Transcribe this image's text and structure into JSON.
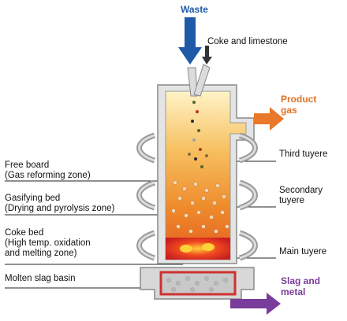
{
  "labels": {
    "waste": "Waste",
    "coke_limestone": "Coke and limestone",
    "product_gas_line1": "Product",
    "product_gas_line2": "gas",
    "free_board_line1": "Free board",
    "free_board_line2": "(Gas reforming zone)",
    "gasifying_bed_line1": "Gasifying bed",
    "gasifying_bed_line2": "(Drying and pyrolysis zone)",
    "coke_bed_line1": "Coke bed",
    "coke_bed_line2": "(High temp. oxidation",
    "coke_bed_line3": "and melting zone)",
    "molten_slag_basin": "Molten slag basin",
    "third_tuyere": "Third tuyere",
    "secondary_tuyere_line1": "Secondary",
    "secondary_tuyere_line2": "tuyere",
    "main_tuyere": "Main tuyere",
    "slag_metal_line1": "Slag and",
    "slag_metal_line2": "metal"
  },
  "colors": {
    "waste_arrow": "#1f5aa8",
    "product_gas_arrow": "#e8782a",
    "slag_metal_arrow": "#7a3c9a",
    "furnace_shell": "#dcdcdc",
    "hot_zone": "#e03020"
  }
}
